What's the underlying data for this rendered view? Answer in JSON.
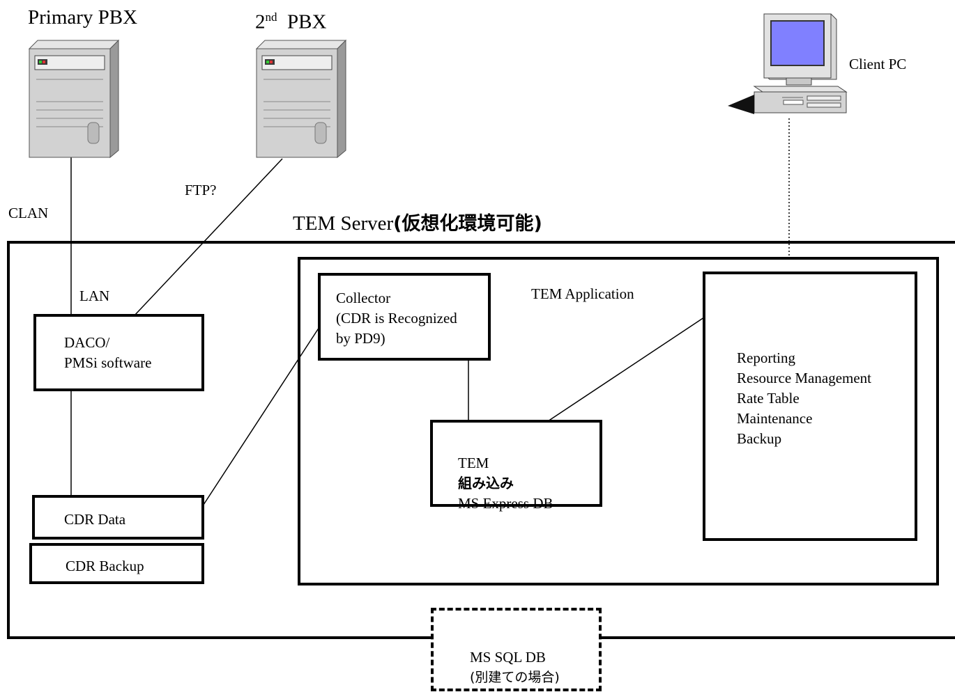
{
  "servers": {
    "primary_label": "Primary PBX",
    "second_label_main": "2",
    "second_label_sup": "nd",
    "second_label_rest": "PBX"
  },
  "client": {
    "label": "Client PC"
  },
  "connections": {
    "clan": "CLAN",
    "ftp": "FTP?",
    "lan": "LAN"
  },
  "tem_server": {
    "title_latin": "TEM Server",
    "title_jp": "(仮想化環境可能)"
  },
  "left_boxes": {
    "daco_lines": [
      "DACO/",
      "PMSi software"
    ],
    "cdr_data": "CDR Data",
    "cdr_backup": "CDR Backup"
  },
  "tem_application": {
    "label": "TEM Application",
    "collector_lines": [
      "Collector",
      "(CDR is Recognized",
      "by PD9)"
    ],
    "express_line1_latin": "TEM",
    "express_line1_jp": "組み込み",
    "express_line2": "MS Express DB",
    "features": [
      "Reporting",
      "Resource Management",
      "Rate Table",
      "Maintenance",
      "Backup"
    ]
  },
  "sql_db": {
    "line1": "MS SQL DB",
    "line2_jp": "(別建ての場合)"
  }
}
